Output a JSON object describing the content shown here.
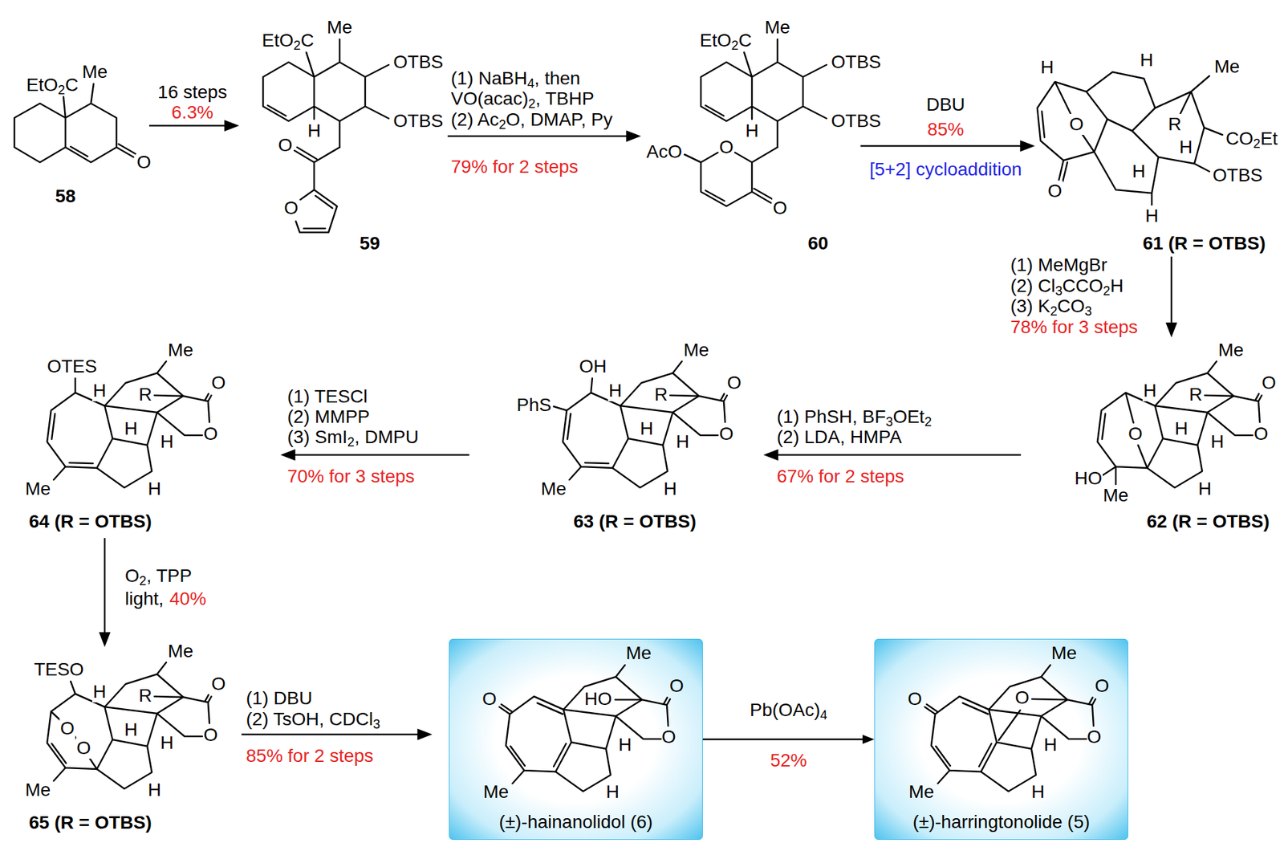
{
  "diagram": {
    "nodes": [
      {
        "text": [
          "(±)-hainanolidol (6)"
        ]
      },
      {
        "text": [
          "(±)-harringtonolide (5)"
        ]
      }
    ],
    "edges": [
      {
        "from": 0,
        "to": 1,
        "arrow": "to",
        "label": "Pb(OAc)4"
      }
    ],
    "labels": [
      "EtO2C",
      "Me",
      "O",
      "58",
      "16 steps",
      "6.3%",
      "EtO2C",
      "Me",
      "OTBS",
      "OTBS",
      "H",
      "O",
      "O",
      "59",
      "(1) NaBH4, then",
      "VO(acac)2, TBHP",
      "(2) Ac2O, DMAP, Py",
      "79% for 2 steps",
      "EtO2C",
      "Me",
      "OTBS",
      "OTBS",
      "H",
      "AcO",
      "O",
      "O",
      "60",
      "DBU",
      "85%",
      "[5+2] cycloaddition",
      "H",
      "H",
      "Me",
      "O",
      "R",
      "CO2Et",
      "H",
      "OTBS",
      "O",
      "H",
      "H",
      "61 (R = OTBS)",
      "(1) MeMgBr",
      "(2) Cl3CCO2H",
      "(3) K2CO3",
      "78% for 3 steps",
      "H",
      "Me",
      "O",
      "R",
      "O",
      "O",
      "HO",
      "Me",
      "H",
      "H",
      "H",
      "62 (R = OTBS)",
      "(1) PhSH, BF3OEt2",
      "(2) LDA, HMPA",
      "67% for 2 steps",
      "OH",
      "PhS",
      "H",
      "Me",
      "R",
      "O",
      "O",
      "Me",
      "H",
      "H",
      "H",
      "63 (R = OTBS)",
      "(1) TESCl",
      "(2) MMPP",
      "(3) SmI2, DMPU",
      "70% for 3 steps",
      "OTES",
      "H",
      "Me",
      "R",
      "O",
      "O",
      "Me",
      "H",
      "H",
      "H",
      "64 (R = OTBS)",
      "O2, TPP",
      "light,",
      "40%",
      "TESO",
      "H",
      "Me",
      "O",
      "O",
      "R",
      "O",
      "O",
      "Me",
      "H",
      "H",
      "H",
      "65 (R = OTBS)",
      "(1) DBU",
      "(2) TsOH, CDCl3",
      "85% for 2 steps",
      "O",
      "Me",
      "HO",
      "O",
      "O",
      "Me",
      "H",
      "H",
      "52%",
      "O",
      "Me",
      "O",
      "O",
      "O",
      "Me",
      "H",
      "H"
    ]
  }
}
